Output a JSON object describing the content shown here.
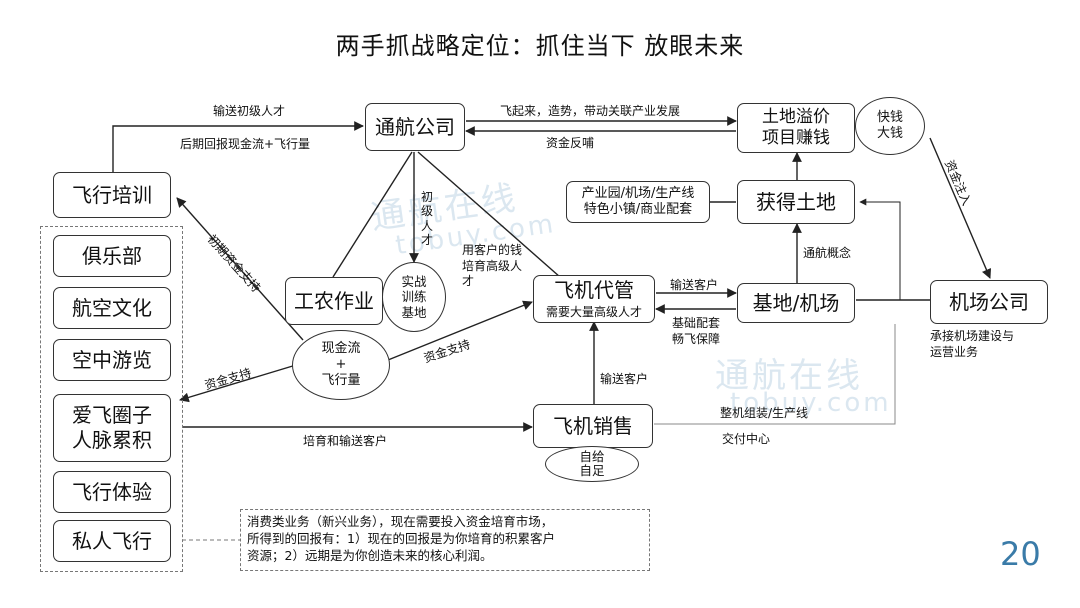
{
  "title": "两手抓战略定位：抓住当下 放眼未来",
  "page_number": "20",
  "watermark": {
    "cn": "通航在线",
    "en": "tobuy.com"
  },
  "nodes": {
    "tonghang": "通航公司",
    "tudi_yijia_line1": "土地溢价",
    "tudi_yijia_line2": "项目赚钱",
    "kuaiqian_line1": "快钱",
    "kuaiqian_line2": "大钱",
    "feixing_peixun": "飞行培训",
    "chanyeyuan_line1": "产业园/机场/生产线",
    "chanyeyuan_line2": "特色小镇/商业配套",
    "huode_tudi": "获得土地",
    "julebu": "俱乐部",
    "hangkong_wenhua": "航空文化",
    "kongzhong_youlan": "空中游览",
    "aifei_line1": "爱飞圈子",
    "aifei_line2": "人脉累积",
    "feixing_tiyan": "飞行体验",
    "siren_feixing": "私人飞行",
    "gongnong": "工农作业",
    "shizhan_line1": "实战",
    "shizhan_line2": "训练",
    "shizhan_line3": "基地",
    "feiji_daiguan": "飞机代管",
    "feiji_daiguan_sub": "需要大量高级人才",
    "jidi_jichang": "基地/机场",
    "jichang_gongsi": "机场公司",
    "xianjinliu_line1": "现金流",
    "xianjinliu_line2": "+",
    "xianjinliu_line3": "飞行量",
    "feiji_xiaoshou": "飞机销售",
    "zigei_line1": "自给",
    "zigei_line2": "自足"
  },
  "labels": {
    "shusong_chuji": "输送初级人才",
    "houqi_huibao": "后期回报现金流+飞行量",
    "feiqilai": "飞起来，造势，带动关联产业发展",
    "zijin_fanbu": "资金反哺",
    "zijin_zhuru": "资金注入",
    "chuji_rencai": "初级人才",
    "yong_kehu": "用客户的钱培育高级人才",
    "chuqi_zijin": "初期资金支持",
    "tonghang_gainian": "通航概念",
    "shusong_kehu_right": "输送客户",
    "jichu_peitao_line1": "基础配套",
    "jichu_peitao_line2": "畅飞保障",
    "zijin_zhichi_left": "资金支持",
    "zijin_zhichi_mid": "资金支持",
    "shusong_kehu_up": "输送客户",
    "zhengji_zuzhuang": "整机组装/生产线",
    "jiaofu_zhongxin": "交付中心",
    "peiyu_shusong": "培育和输送客户",
    "chengjie_line1": "承接机场建设与",
    "chengjie_line2": "运营业务"
  },
  "note": {
    "line1": "消费类业务（新兴业务），现在需要投入资金培育市场，",
    "line2": "所得到的回报有：1）现在的回报是为你培育的积累客户",
    "line3": "资源；2）远期是为你创造未来的核心利润。"
  }
}
